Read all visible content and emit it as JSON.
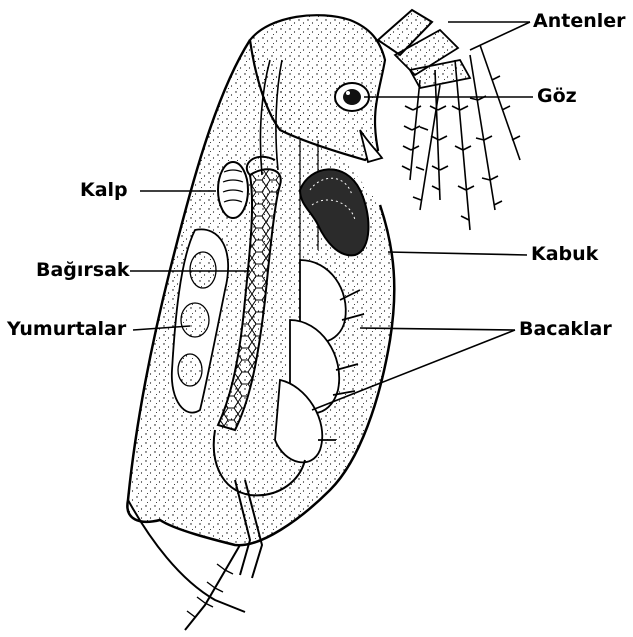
{
  "labels": {
    "antennae": "Antenler",
    "eye": "Göz",
    "heart": "Kalp",
    "shell": "Kabuk",
    "intestine": "Bağırsak",
    "eggs": "Yumurtalar",
    "legs": "Bacaklar"
  },
  "colors": {
    "ink": "#000000",
    "background": "#ffffff"
  }
}
